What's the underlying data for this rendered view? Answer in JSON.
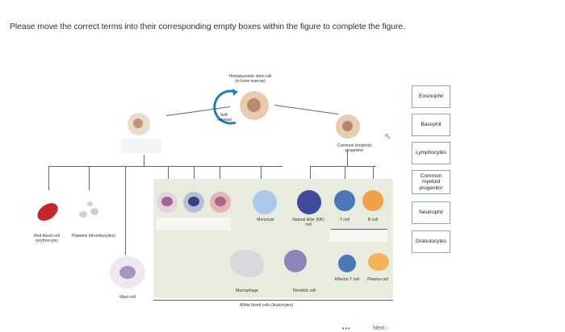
{
  "instruction": "Please move the correct terms into their corresponding empty boxes within the figure to complete the figure.",
  "figure": {
    "hsc": "Hematopoietic stem cell",
    "hsc_sub": "(in bone marrow)",
    "self_renewal": "Self-renewal",
    "clp": "Common lymphoid progenitor",
    "rbc": "Red blood cell (erythrocyte)",
    "platelets": "Platelets (thrombocytes)",
    "mast": "Mast cell",
    "monocyte": "Monocyte",
    "nk": "Natural killer (NK) cell",
    "tcell": "T cell",
    "bcell": "B cell",
    "macrophage": "Macrophage",
    "dendritic": "Dendritic cell",
    "effector": "Effector T cell",
    "plasma": "Plasma cell",
    "wbc": "White blood cells (leukocytes)"
  },
  "terms": [
    "Eosinophil",
    "Basophil",
    "Lymphocytes",
    "Common myeloid progenitor",
    "Neutrophil",
    "Granulocytes"
  ],
  "nav": {
    "next": "Next"
  }
}
